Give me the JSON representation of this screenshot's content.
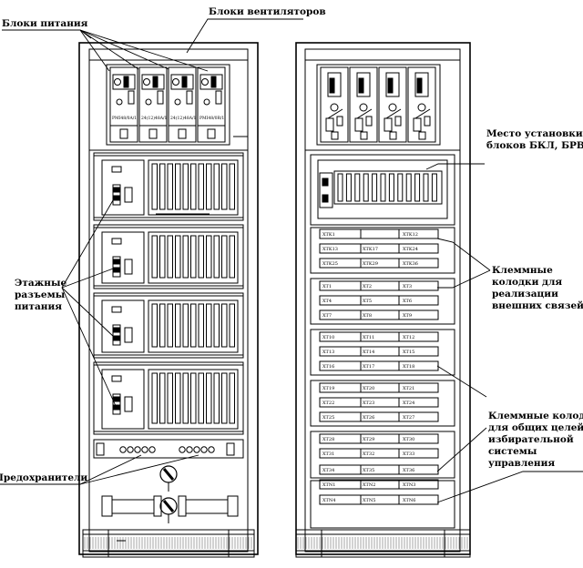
{
  "labels": {
    "power_blocks": "Блоки питания",
    "fan_blocks": "Блоки вентиляторов",
    "floor_connectors": [
      "Этажные",
      "разъемы",
      "питания"
    ],
    "fuses": "Предохранители",
    "bkl_place": [
      "Место установки",
      "блоков БКЛ, БРВ"
    ],
    "external_terminals": [
      "Клеммные",
      "колодки для",
      "реализации",
      "внешних связей"
    ],
    "common_terminals": [
      "Клеммные колодки",
      "для общих целей",
      "избирательной",
      "системы",
      "управления"
    ]
  },
  "psu_labels": [
    "PMI48/0A/1",
    "24(12)48A/1",
    "24(12)48A/1",
    "PMI48/0R/1"
  ],
  "terminal_rows": [
    [
      "XTK1",
      "",
      "XTK12"
    ],
    [
      "XTK13",
      "XTK17",
      "XTK24"
    ],
    [
      "XTK25",
      "XTK29",
      "XTK36"
    ],
    [
      "XT1",
      "XT2",
      "XT3"
    ],
    [
      "XT4",
      "XT5",
      "XT6"
    ],
    [
      "XT7",
      "XT8",
      "XT9"
    ],
    [
      "XT10",
      "XT11",
      "XT12"
    ],
    [
      "XT13",
      "XT14",
      "XT15"
    ],
    [
      "XT16",
      "XT17",
      "XT18"
    ],
    [
      "XT19",
      "XT20",
      "XT21"
    ],
    [
      "XT22",
      "XT23",
      "XT24"
    ],
    [
      "XT25",
      "XT26",
      "XT27"
    ],
    [
      "XT28",
      "XT29",
      "XT30"
    ],
    [
      "XT31",
      "XT32",
      "XT33"
    ],
    [
      "XT34",
      "XT35",
      "XT36"
    ],
    [
      "XTN1",
      "XTN2",
      "XTN3"
    ],
    [
      "XTN4",
      "XTN5",
      "XTN6"
    ]
  ]
}
